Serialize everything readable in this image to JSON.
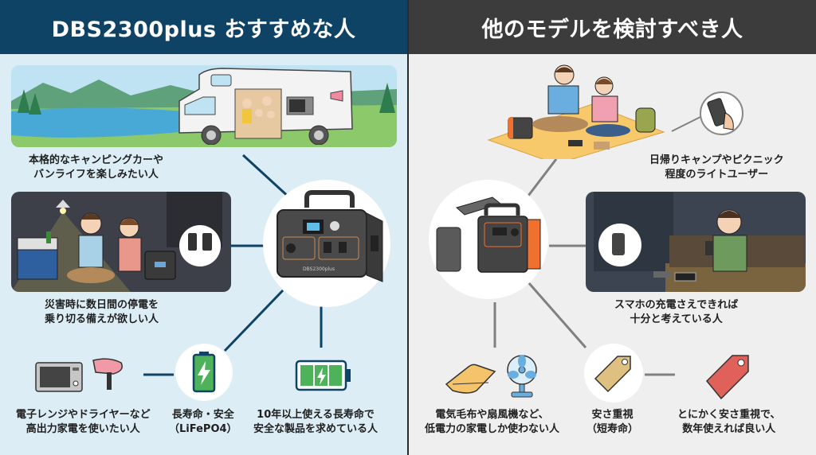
{
  "left_panel": {
    "title": "DBS2300plus おすすめな人",
    "colors": {
      "header": "#0f4366",
      "background": "#dcedf6",
      "connector": "#0f4366"
    },
    "hub": {
      "label": "DBS2300plus",
      "icon": "portable-power-station-icon"
    },
    "items": [
      {
        "id": "camper",
        "icon": "camper-van-scene",
        "caption_lines": [
          "本格的なキャンピングカーや",
          "バンライフを楽しみたい人"
        ]
      },
      {
        "id": "blackout",
        "icon": "power-outage-scene",
        "caption_lines": [
          "災害時に数日間の停電を",
          "乗り切る備えが欲しい人"
        ]
      },
      {
        "id": "appliances",
        "icon": "microwave-and-dryer-icon",
        "caption_lines": [
          "電子レンジやドライヤーなど",
          "高出力家電を使いたい人"
        ]
      },
      {
        "id": "lifepo4",
        "icon": "battery-bolt-icon",
        "caption_lines": [
          "長寿命・安全",
          "（LiFePO4）"
        ]
      },
      {
        "id": "longlife",
        "icon": "full-battery-icon",
        "caption_lines": [
          "10年以上使える長寿命で",
          "安全な製品を求めている人"
        ]
      }
    ]
  },
  "right_panel": {
    "title": "他のモデルを検討すべき人",
    "colors": {
      "header": "#3c3c3c",
      "background": "#efefef",
      "connector": "#808080"
    },
    "hub": {
      "icon": "small-power-bank-and-station-icon"
    },
    "items": [
      {
        "id": "picnic",
        "icon": "picnic-scene",
        "caption_lines": [
          "日帰りキャンプやピクニック",
          "程度のライトユーザー"
        ]
      },
      {
        "id": "phone",
        "icon": "phone-charging-scene",
        "caption_lines": [
          "スマホの充電さえできれば",
          "十分と考えている人"
        ]
      },
      {
        "id": "lowpower",
        "icon": "blanket-and-fan-icon",
        "caption_lines": [
          "電気毛布や扇風機など、",
          "低電力の家電しか使わない人"
        ]
      },
      {
        "id": "cheap",
        "icon": "price-tag-icon",
        "caption_lines": [
          "安さ重視",
          "（短寿命）"
        ]
      },
      {
        "id": "budget",
        "icon": "red-price-tag-icon",
        "caption_lines": [
          "とにかく安さ重視で、",
          "数年使えれば良い人"
        ]
      }
    ]
  }
}
